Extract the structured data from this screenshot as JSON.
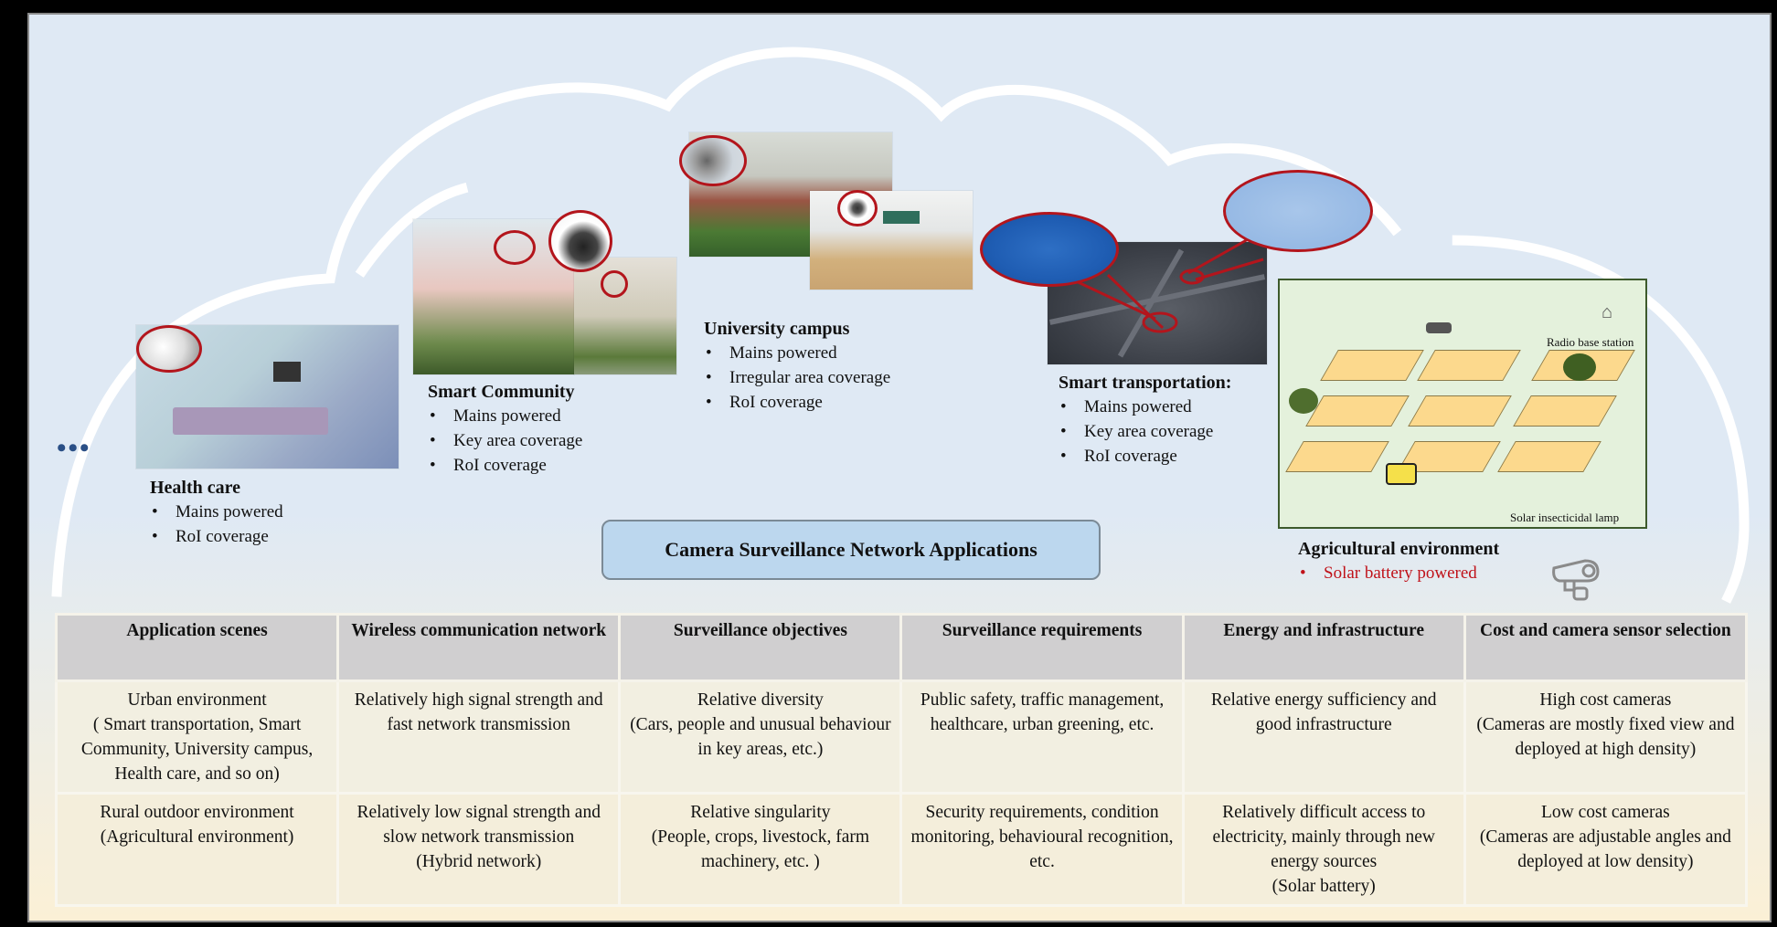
{
  "title": "Camera Surveillance Network Applications",
  "ellipsis": "•••",
  "scenes": [
    {
      "id": "health-care",
      "title": "Health care",
      "bullets": [
        "Mains powered",
        "RoI coverage"
      ]
    },
    {
      "id": "smart-community",
      "title": "Smart Community",
      "bullets": [
        "Mains powered",
        "Key area coverage",
        "RoI coverage"
      ]
    },
    {
      "id": "university-campus",
      "title": "University campus",
      "bullets": [
        "Mains powered",
        "Irregular area coverage",
        "RoI coverage"
      ]
    },
    {
      "id": "smart-transportation",
      "title": "Smart transportation:",
      "bullets": [
        "Mains powered",
        "Key area coverage",
        "RoI coverage"
      ]
    },
    {
      "id": "agricultural-environment",
      "title": "Agricultural environment",
      "bullets": [
        "Solar battery powered"
      ],
      "bullet_color": "#c0121a"
    }
  ],
  "agri_diagram": {
    "labels": {
      "radio": "Radio base station",
      "lamp": "Solar insecticidal lamp"
    }
  },
  "table": {
    "headers": [
      "Application scenes",
      "Wireless communication network",
      "Surveillance objectives",
      "Surveillance requirements",
      "Energy and infrastructure",
      "Cost and camera sensor selection"
    ],
    "rows": [
      [
        "Urban environment\n( Smart transportation, Smart Community, University campus, Health care, and so on)",
        "Relatively high signal strength and fast network transmission",
        "Relative diversity\n(Cars, people and unusual behaviour in key areas, etc.)",
        "Public safety, traffic management, healthcare, urban greening, etc.",
        "Relative energy sufficiency and good infrastructure",
        "High cost cameras\n(Cameras are mostly fixed view and deployed at high density)"
      ],
      [
        "Rural outdoor environment\n(Agricultural environment)",
        "Relatively low signal strength and slow network transmission\n(Hybrid network)",
        "Relative singularity\n(People, crops, livestock, farm machinery, etc. )",
        "Security requirements, condition monitoring, behavioural recognition, etc.",
        "Relatively difficult access to electricity, mainly through new energy sources\n(Solar battery)",
        "Low cost cameras\n(Cameras are adjustable angles and deployed at low density)"
      ]
    ]
  },
  "colors": {
    "highlight_ring": "#b3151c",
    "title_box": "#bcd7ee",
    "header_bg": "#d0cfd0"
  }
}
